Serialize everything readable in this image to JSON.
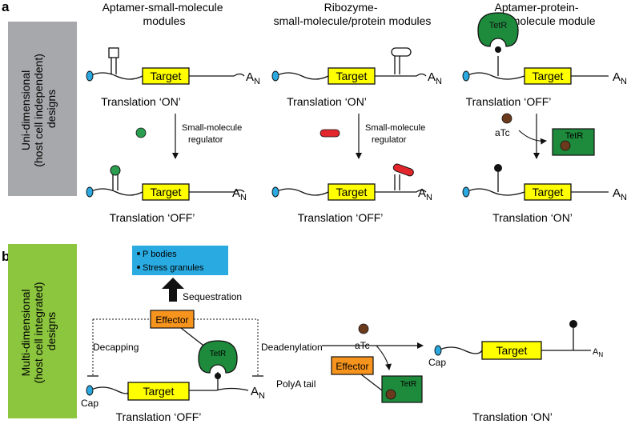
{
  "panel_a": {
    "letter": "a",
    "side_label": [
      "Uni-dimensional",
      "(host cell independent)",
      "designs"
    ],
    "col1_title": [
      "Aptamer-small-molecule",
      "modules"
    ],
    "col2_title": [
      "Ribozyme-",
      "small-molecule/protein modules"
    ],
    "col3_title": [
      "Aptamer-protein-",
      "small-molecule module"
    ],
    "target": "Target",
    "an_a": "A",
    "an_n": "N",
    "translation_on": "Translation ‘ON’",
    "translation_off": "Translation ‘OFF’",
    "regulator": [
      "Small-molecule",
      "regulator"
    ],
    "tetr": "TetR",
    "atc": "aTc"
  },
  "panel_b": {
    "letter": "b",
    "side_label": [
      "Multi-dimensional",
      "(host cell integrated)",
      "designs"
    ],
    "bullets": [
      "P bodies",
      "Stress granules"
    ],
    "sequestration": "Sequestration",
    "effector": "Effector",
    "tetr": "TetR",
    "decapping": "Decapping",
    "deadenylation": "Deadenylation",
    "cap": "Cap",
    "polya": "PolyA tail",
    "target": "Target",
    "an_a": "A",
    "an_n": "N",
    "atc": "aTc",
    "translation_off": "Translation ‘OFF’",
    "translation_on": "Translation ‘ON’"
  },
  "colors": {
    "target_fill": "#ffff00",
    "cap_fill": "#2aa9e0",
    "gray_panel": "#a7a8ab",
    "green_panel": "#8cc63f",
    "tetr_green": "#1e8a3c",
    "regulator_green": "#2a9d4e",
    "ribozyme_red": "#e3262b",
    "atc_brown": "#6b3a1c",
    "effector_orange": "#f7941d",
    "sequestration_blue": "#29abe2"
  }
}
